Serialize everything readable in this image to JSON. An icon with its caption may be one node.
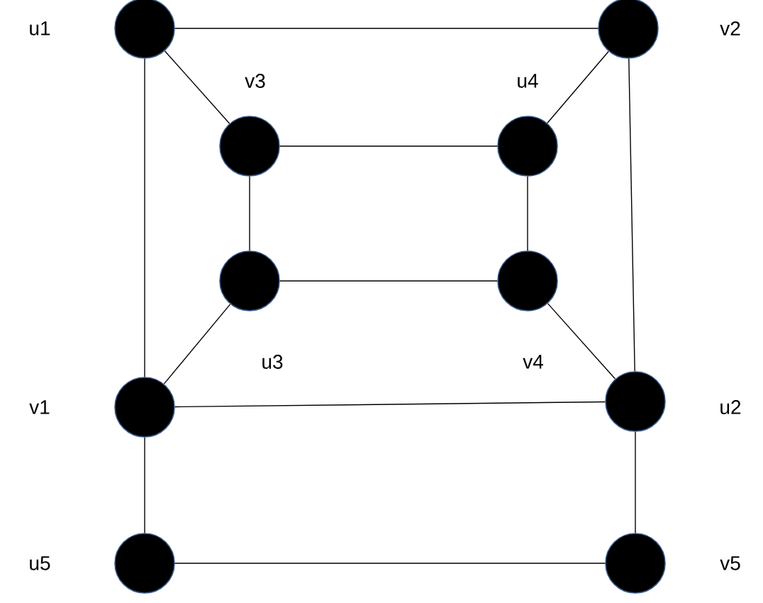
{
  "diagram": {
    "nodes": [
      {
        "text": [],
        "shape": "circle",
        "beside": [
          "u1"
        ]
      },
      {
        "text": [],
        "shape": "circle",
        "beside": [
          "v2"
        ]
      },
      {
        "text": [],
        "shape": "circle",
        "beside": [
          "v3"
        ]
      },
      {
        "text": [],
        "shape": "circle",
        "beside": [
          "u4"
        ]
      },
      {
        "text": [],
        "shape": "circle",
        "beside": [
          "u3"
        ]
      },
      {
        "text": [],
        "shape": "circle",
        "beside": [
          "v4"
        ]
      },
      {
        "text": [],
        "shape": "circle",
        "beside": [
          "v1"
        ]
      },
      {
        "text": [],
        "shape": "circle",
        "beside": [
          "u2"
        ]
      },
      {
        "text": [],
        "shape": "circle",
        "beside": [
          "u5"
        ]
      },
      {
        "text": [],
        "shape": "circle",
        "beside": [
          "v5"
        ]
      }
    ],
    "edges": [
      {
        "from": 0,
        "to": 1,
        "arrow": "none"
      },
      {
        "from": 0,
        "to": 2,
        "arrow": "none"
      },
      {
        "from": 0,
        "to": 6,
        "arrow": "none"
      },
      {
        "from": 1,
        "to": 3,
        "arrow": "none"
      },
      {
        "from": 1,
        "to": 7,
        "arrow": "none"
      },
      {
        "from": 2,
        "to": 3,
        "arrow": "none"
      },
      {
        "from": 2,
        "to": 4,
        "arrow": "none"
      },
      {
        "from": 3,
        "to": 5,
        "arrow": "none"
      },
      {
        "from": 4,
        "to": 5,
        "arrow": "none"
      },
      {
        "from": 4,
        "to": 6,
        "arrow": "none"
      },
      {
        "from": 5,
        "to": 7,
        "arrow": "none"
      },
      {
        "from": 6,
        "to": 7,
        "arrow": "none"
      },
      {
        "from": 6,
        "to": 8,
        "arrow": "none"
      },
      {
        "from": 7,
        "to": 9,
        "arrow": "none"
      },
      {
        "from": 8,
        "to": 9,
        "arrow": "none"
      }
    ]
  }
}
